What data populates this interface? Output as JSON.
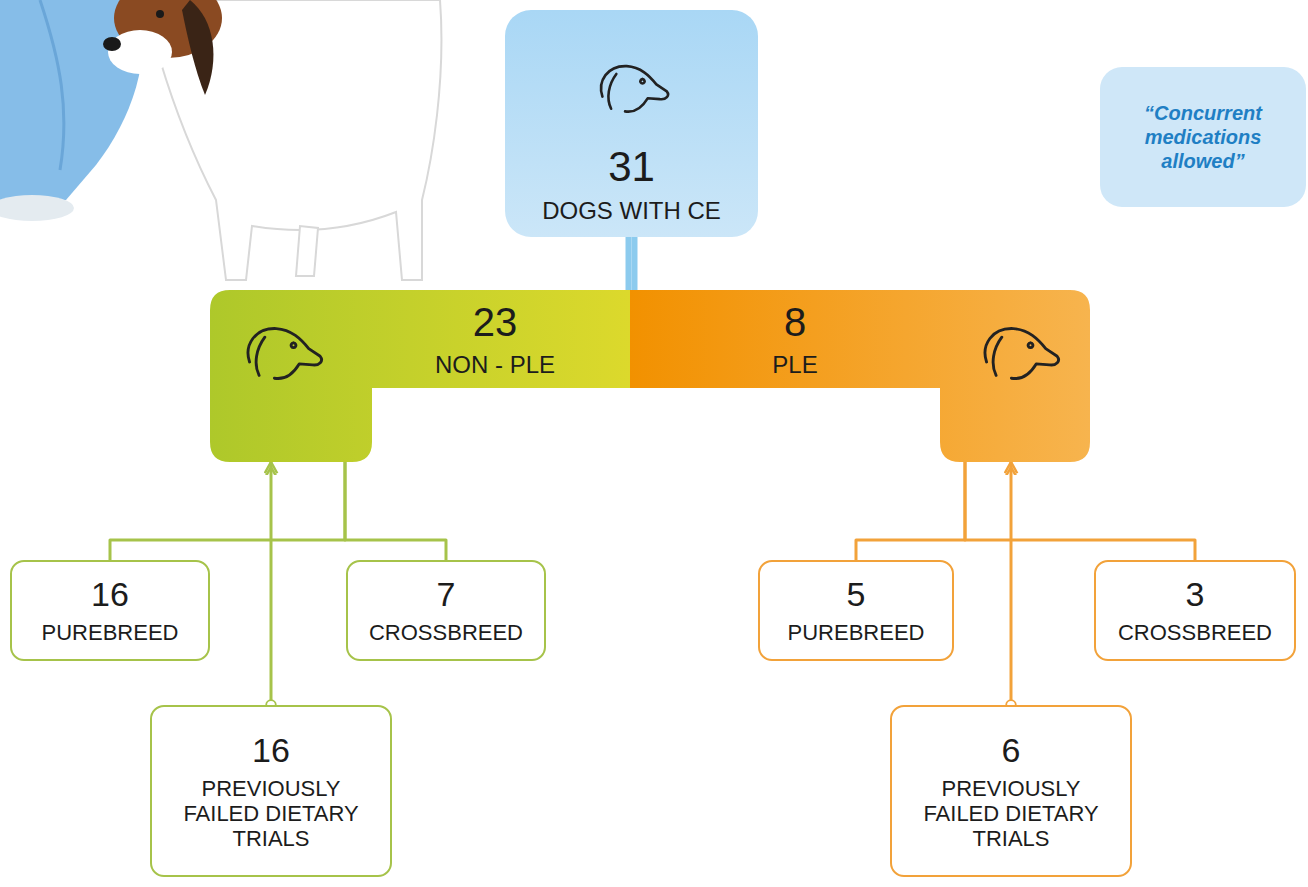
{
  "diagram": {
    "nodes": [
      {
        "text": [
          "31",
          "DOGS WITH CE"
        ]
      },
      {
        "text": [
          "23",
          "NON - PLE"
        ]
      },
      {
        "text": [
          "8",
          "PLE"
        ]
      },
      {
        "text": [
          "“Concurrent medications allowed”"
        ]
      },
      {
        "text": [
          "16",
          "PUREBREED"
        ]
      },
      {
        "text": [
          "7",
          "CROSSBREED"
        ]
      },
      {
        "text": [
          "5",
          "PUREBREED"
        ]
      },
      {
        "text": [
          "3",
          "CROSSBREED"
        ]
      },
      {
        "text": [
          "16",
          "PREVIOUSLY FAILED DIETARY TRIALS"
        ]
      },
      {
        "text": [
          "6",
          "PREVIOUSLY FAILED DIETARY TRIALS"
        ]
      }
    ],
    "edges": [
      {
        "from": 0,
        "to": 1,
        "arrow": "none"
      },
      {
        "from": 0,
        "to": 2,
        "arrow": "none"
      },
      {
        "from": 1,
        "to": 4,
        "arrow": "none"
      },
      {
        "from": 1,
        "to": 5,
        "arrow": "none"
      },
      {
        "from": 8,
        "to": 1,
        "arrow": "to"
      },
      {
        "from": 2,
        "to": 6,
        "arrow": "none"
      },
      {
        "from": 2,
        "to": 7,
        "arrow": "none"
      },
      {
        "from": 9,
        "to": 2,
        "arrow": "to"
      }
    ]
  }
}
